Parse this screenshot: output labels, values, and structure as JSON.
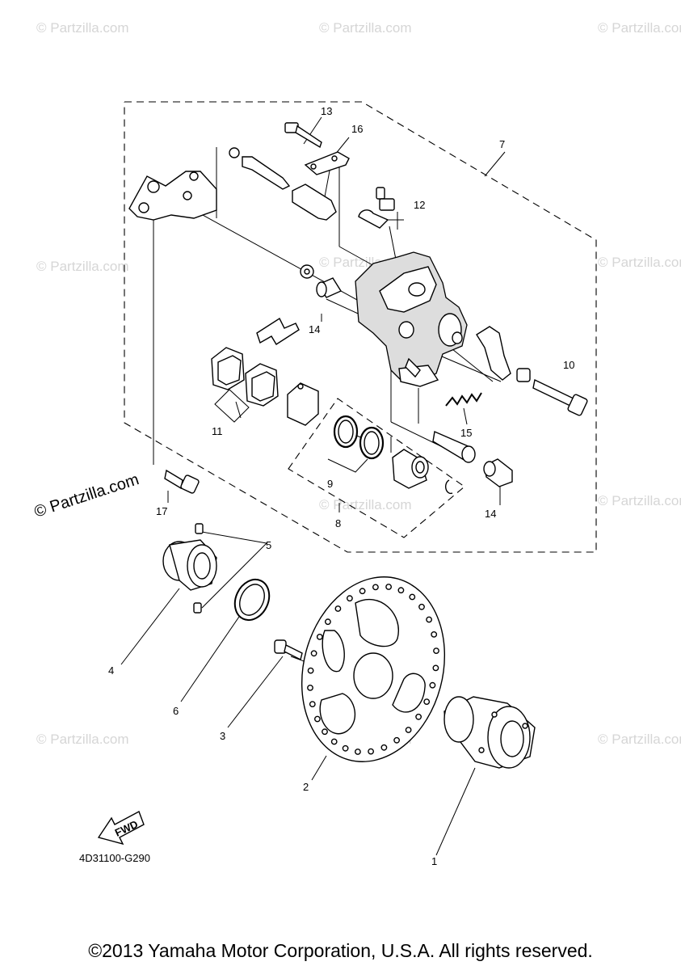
{
  "diagram": {
    "watermark_text": "© Partzilla.com",
    "callouts": {
      "c1": "1",
      "c2": "2",
      "c3": "3",
      "c4": "4",
      "c5": "5",
      "c6": "6",
      "c7": "7",
      "c8": "8",
      "c9": "9",
      "c10": "10",
      "c11": "11",
      "c12": "12",
      "c13": "13",
      "c14a": "14",
      "c14b": "14",
      "c15": "15",
      "c16": "16",
      "c17": "17"
    },
    "fwd_label": "FWD",
    "drawing_code": "4D31100-G290"
  },
  "footer": {
    "copyright": "©2013 Yamaha Motor Corporation, U.S.A. All rights reserved."
  }
}
